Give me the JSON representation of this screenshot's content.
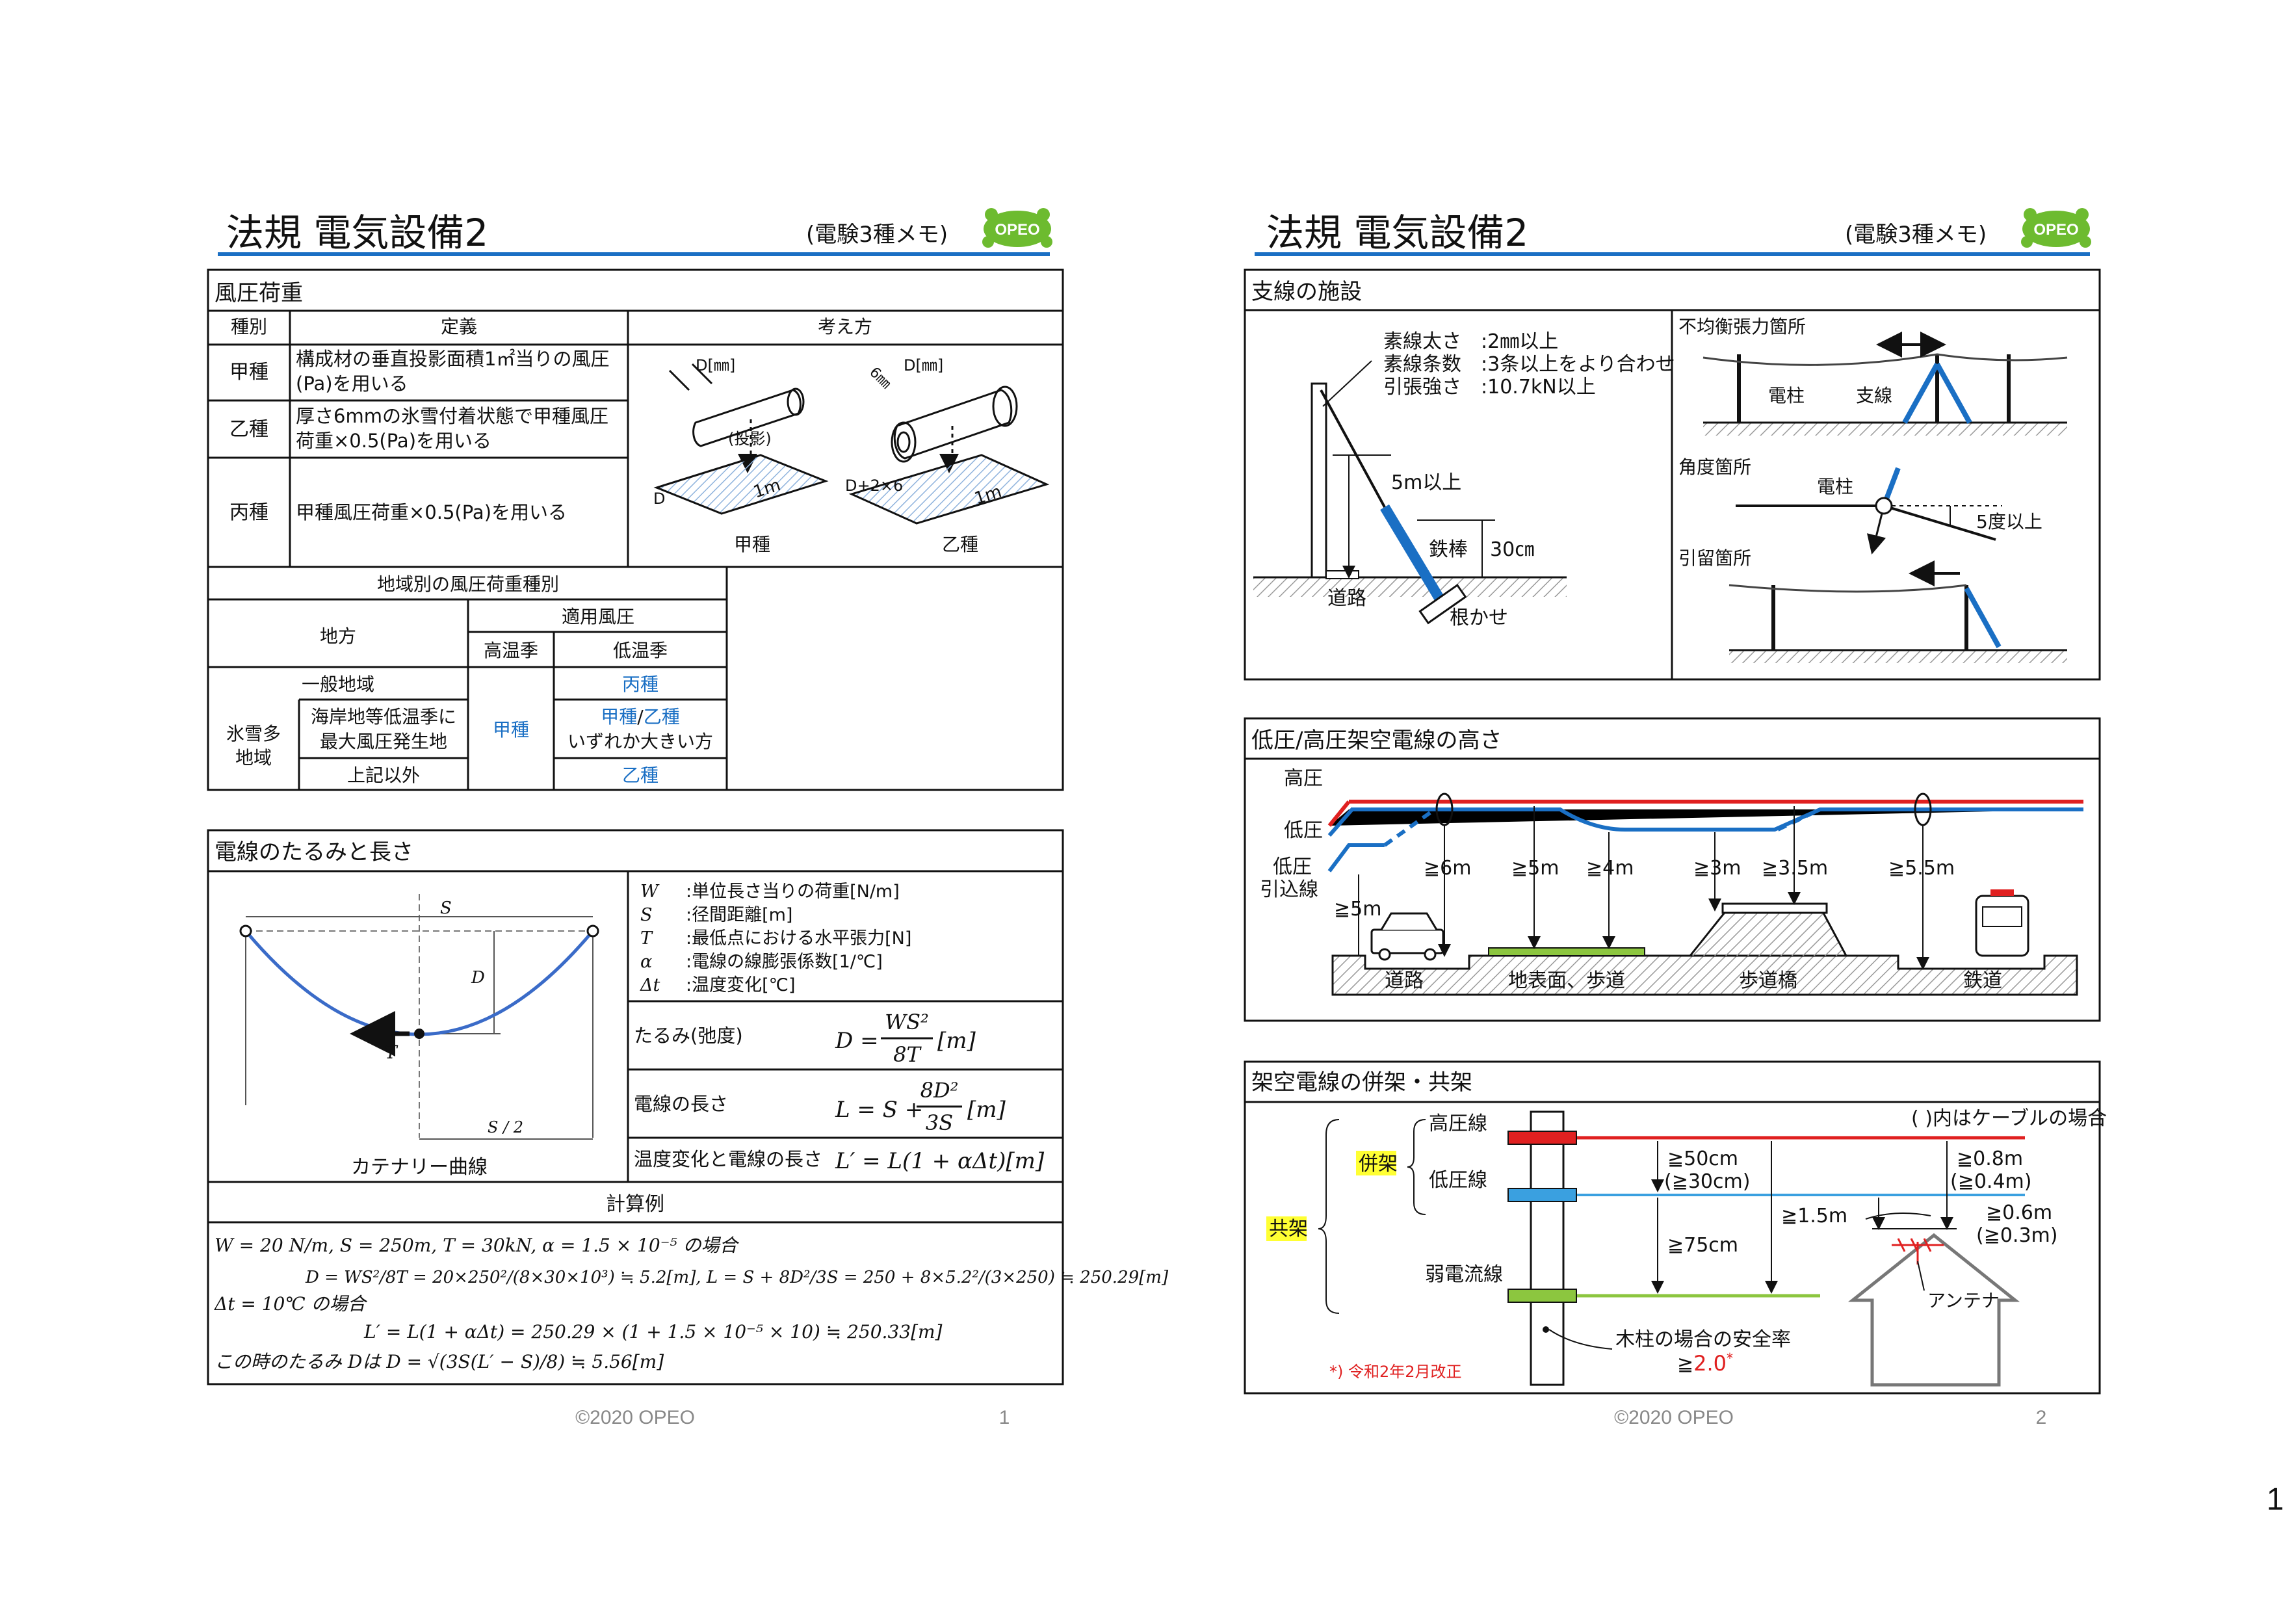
{
  "page_number": "1",
  "slides": [
    {
      "title": "法規 電気設備2",
      "subtitle": "(電験3種メモ)",
      "logo_text": "OPEO",
      "footer_copyright": "©2020 OPEO",
      "footer_page": "1",
      "wind": {
        "header": "風圧荷重",
        "col_type": "種別",
        "col_def": "定義",
        "col_view": "考え方",
        "rows": [
          {
            "type": "甲種",
            "def1": "構成材の垂直投影面積1㎡当りの風圧",
            "def2": "(Pa)を用いる"
          },
          {
            "type": "乙種",
            "def1": "厚さ6mmの氷雪付着状態で甲種風圧",
            "def2": "荷重×0.5(Pa)を用いる"
          },
          {
            "type": "丙種",
            "def1": "甲種風圧荷重×0.5(Pa)を用いる",
            "def2": ""
          }
        ],
        "fig": {
          "d_mm": "D[㎜]",
          "proj": "(投影)",
          "d": "D",
          "one_m": "1m",
          "six_mm": "6㎜",
          "d2x6": "D+2×6",
          "kou": "甲種",
          "otsu": "乙種"
        },
        "region": {
          "header": "地域別の風圧荷重種別",
          "col_region": "地方",
          "col_applied": "適用風圧",
          "col_high": "高温季",
          "col_low": "低温季",
          "general": "一般地域",
          "snow1": "氷雪多",
          "snow2": "地域",
          "coast1": "海岸地等低温季に",
          "coast2": "最大風圧発生地",
          "other": "上記以外",
          "kou": "甲種",
          "hei": "丙種",
          "either_a": "甲種",
          "either_sep": "/",
          "either_b": "乙種",
          "either_note": "いずれか大きい方",
          "otsu": "乙種"
        }
      },
      "sag": {
        "header": "電線のたるみと長さ",
        "fig": {
          "S": "S",
          "D": "D",
          "T": "T",
          "S2": "S / 2",
          "caption": "カテナリー曲線"
        },
        "vars": [
          {
            "sym": "W",
            "desc": ":単位長さ当りの荷重[N/m]"
          },
          {
            "sym": "S",
            "desc": ":径間距離[m]"
          },
          {
            "sym": "T",
            "desc": ":最低点における水平張力[N]"
          },
          {
            "sym": "α",
            "desc": ":電線の線膨張係数[1/℃]"
          },
          {
            "sym": "Δt",
            "desc": ":温度変化[℃]"
          }
        ],
        "formulas": [
          {
            "label": "たるみ(弛度)",
            "lhs": "D = ",
            "num": "WS²",
            "den": "8T",
            "tail": "[m]"
          },
          {
            "label": "電線の長さ",
            "lhs": "L = S + ",
            "num": "8D²",
            "den": "3S",
            "tail": "[m]"
          },
          {
            "label": "温度変化と電線の長さ",
            "expr": "L′ = L(1 + αΔt)[m]"
          }
        ],
        "calc_header": "計算例",
        "calc": [
          "W = 20 N/m, S = 250m, T = 30kN, α = 1.5 × 10⁻⁵ の場合",
          "D = WS²/8T = 20×250²/(8×30×10³) ≒ 5.2[m],      L = S + 8D²/3S = 250 + 8×5.2²/(3×250) ≒ 250.29[m]",
          "Δt = 10℃ の場合",
          "L′ = L(1 + αΔt) = 250.29 × (1 + 1.5 × 10⁻⁵ × 10) ≒ 250.33[m]",
          "この時のたるみ Dは D = √(3S(L′ − S)/8) ≒ 5.56[m]"
        ]
      }
    },
    {
      "title": "法規 電気設備2",
      "subtitle": "(電験3種メモ)",
      "logo_text": "OPEO",
      "footer_copyright": "©2020 OPEO",
      "footer_page": "2",
      "guy": {
        "header": "支線の施設",
        "spec1": "素線太さ　:2㎜以上",
        "spec2": "素線条数　:3条以上をより合わせ",
        "spec3": "引張強さ　:10.7kN以上",
        "five_m": "5m以上",
        "rod": "鉄棒",
        "thirty": "30㎝",
        "road": "道路",
        "anchor": "根かせ",
        "unbalanced": "不均衡張力箇所",
        "pole": "電柱",
        "guy_label": "支線",
        "angle": "角度箇所",
        "pole2": "電柱",
        "five_deg": "5度以上",
        "dead_end": "引留箇所"
      },
      "height": {
        "header": "低圧/高圧架空電線の高さ",
        "hv": "高圧",
        "lv": "低圧",
        "lv_drop1": "低圧",
        "lv_drop2": "引込線",
        "h5": "≧5m",
        "h6": "≧6m",
        "h5b": "≧5m",
        "h4": "≧4m",
        "h3": "≧3m",
        "h35": "≧3.5m",
        "h55": "≧5.5m",
        "road": "道路",
        "ground": "地表面、歩道",
        "bridge": "歩道橋",
        "rail": "鉄道"
      },
      "joint": {
        "header": "架空電線の併架・共架",
        "note": "( )内はケーブルの場合",
        "hv": "高圧線",
        "lv": "低圧線",
        "weak": "弱電流線",
        "heika": "併架",
        "kyoka": "共架",
        "d50": "≧50cm",
        "d30": "(≧30cm)",
        "d75": "≧75cm",
        "d15": "≧1.5m",
        "d08": "≧0.8m",
        "d04": "(≧0.4m)",
        "d06": "≧0.6m",
        "d03": "(≧0.3m)",
        "antenna": "アンテナ",
        "wood1": "木柱の場合の安全率",
        "wood2_prefix": "≧",
        "wood2_value": "2.0",
        "wood2_mark": "*",
        "revision": "*) 令和2年2月改正"
      }
    }
  ],
  "colors": {
    "accent_blue": "#1a6fc4",
    "red": "#e02020",
    "green": "#8cc63f",
    "yellow": "#ffff33",
    "logo_green": "#6dbb2f"
  }
}
